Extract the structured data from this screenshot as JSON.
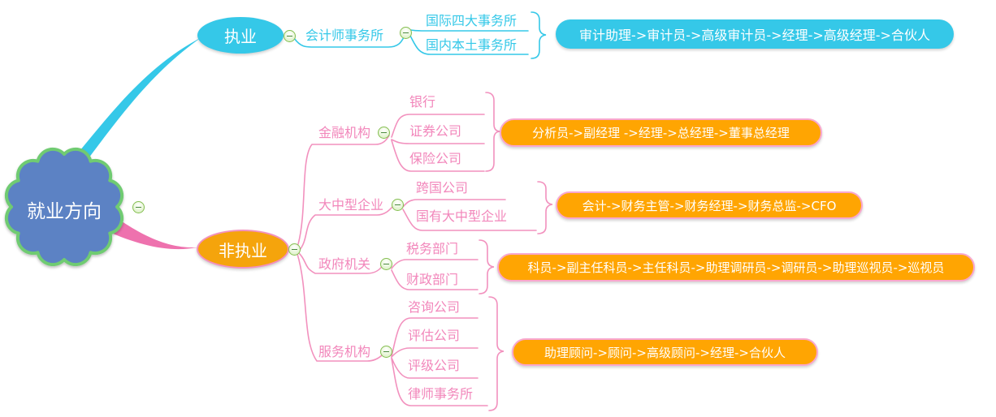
{
  "root": {
    "label": "就业方向"
  },
  "branch_practicing": {
    "label": "执业",
    "topic": "会计师事务所",
    "leaves": [
      "国际四大事务所",
      "国内本土事务所"
    ],
    "career": "审计助理->审计员->高级审计员->经理->高级经理->合伙人"
  },
  "branch_nonpracticing": {
    "label": "非执业",
    "groups": [
      {
        "topic": "金融机构",
        "leaves": [
          "银行",
          "证券公司",
          "保险公司"
        ],
        "career": "分析员->副经理 ->经理->总经理->董事总经理"
      },
      {
        "topic": "大中型企业",
        "leaves": [
          "跨国公司",
          "国有大中型企业"
        ],
        "career": "会计->财务主管->财务经理->财务总监->CFO"
      },
      {
        "topic": "政府机关",
        "leaves": [
          "税务部门",
          "财政部门"
        ],
        "career": "科员->副主任科员->主任科员->助理调研员->调研员->助理巡视员->巡视员"
      },
      {
        "topic": "服务机构",
        "leaves": [
          "咨询公司",
          "评估公司",
          "评级公司",
          "律师事务所"
        ],
        "career": "助理顾问->顾问->高级顾问->经理->合伙人"
      }
    ]
  },
  "icons": {
    "collapse": "minus-circle"
  },
  "colors": {
    "root_fill": "#5b82c4",
    "root_border": "#6fcb72",
    "cyan": "#35c8e8",
    "pink_line": "#f291be",
    "pink_branch": "#ee72ae",
    "orange_fill": "#ffa502",
    "orange_border": "#f9a7ce",
    "collapse_green": "#84be50"
  }
}
